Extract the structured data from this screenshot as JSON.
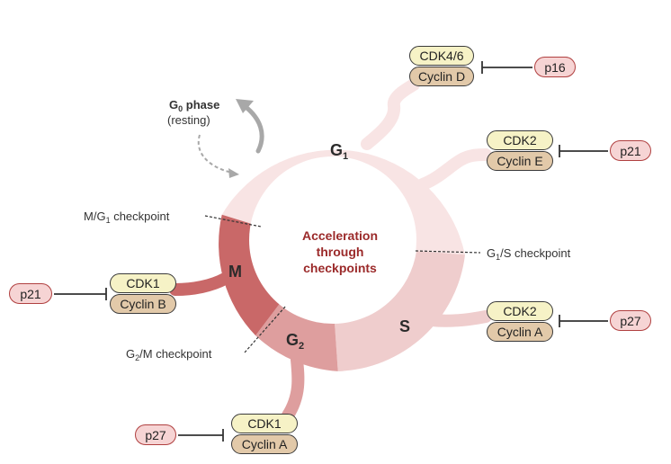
{
  "center": {
    "line1": "Acceleration",
    "line2": "through",
    "line3": "checkpoints"
  },
  "phases": {
    "g1": {
      "main": "G",
      "sub": "1"
    },
    "s": {
      "main": "S"
    },
    "g2": {
      "main": "G",
      "sub": "2"
    },
    "m": {
      "main": "M"
    }
  },
  "g0": {
    "title_main": "G",
    "title_sub": "0",
    "title_rest": " phase",
    "subtitle": "(resting)"
  },
  "checkpoints": {
    "m_g1": {
      "pre": "M/G",
      "sub": "1",
      "post": " checkpoint"
    },
    "g1_s": {
      "pre": "G",
      "sub": "1",
      "post": "/S checkpoint"
    },
    "g2_m": {
      "pre": "G",
      "sub": "2",
      "post": "/M checkpoint"
    }
  },
  "complexes": {
    "cdk46_cycd": {
      "cdk": "CDK4/6",
      "cyclin": "Cyclin D",
      "inhibitor": "p16"
    },
    "cdk2_cyce": {
      "cdk": "CDK2",
      "cyclin": "Cyclin E",
      "inhibitor": "p21"
    },
    "cdk2_cyca": {
      "cdk": "CDK2",
      "cyclin": "Cyclin A",
      "inhibitor": "p27"
    },
    "cdk1_cyca": {
      "cdk": "CDK1",
      "cyclin": "Cyclin A",
      "inhibitor": "p27"
    },
    "cdk1_cycb": {
      "cdk": "CDK1",
      "cyclin": "Cyclin B",
      "inhibitor": "p21"
    }
  },
  "colors": {
    "g1": "#f8e4e4",
    "s": "#efcdcd",
    "g2": "#de9e9e",
    "m": "#c96868",
    "center_text": "#9b2a2a",
    "cdk_fill": "#f6f2c6",
    "cyclin_fill": "#e2c9a9",
    "inhibitor_fill": "#f6d4d4"
  }
}
